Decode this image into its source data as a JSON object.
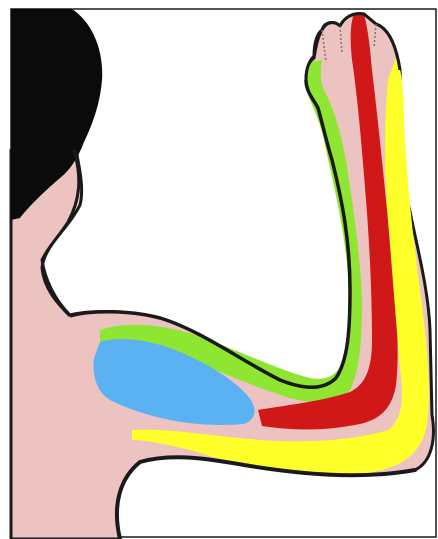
{
  "figure": {
    "description_visible_text": "",
    "colors": {
      "background": "#ffffff",
      "frame": "#1a1a1a",
      "skin": "#ecc3c0",
      "hair": "#0b0b0b",
      "outline": "#1a1a1a",
      "green_band": "#8ee632",
      "red_band": "#d01818",
      "yellow_band": "#ffff2a",
      "blue_patch": "#5ab2f2"
    },
    "regions": [
      {
        "id": "head",
        "color_key": "hair"
      },
      {
        "id": "torso-arm-skin",
        "color_key": "skin"
      },
      {
        "id": "green-band",
        "color_key": "green_band"
      },
      {
        "id": "red-band",
        "color_key": "red_band"
      },
      {
        "id": "yellow-band",
        "color_key": "yellow_band"
      },
      {
        "id": "blue-patch",
        "color_key": "blue_patch"
      }
    ]
  }
}
